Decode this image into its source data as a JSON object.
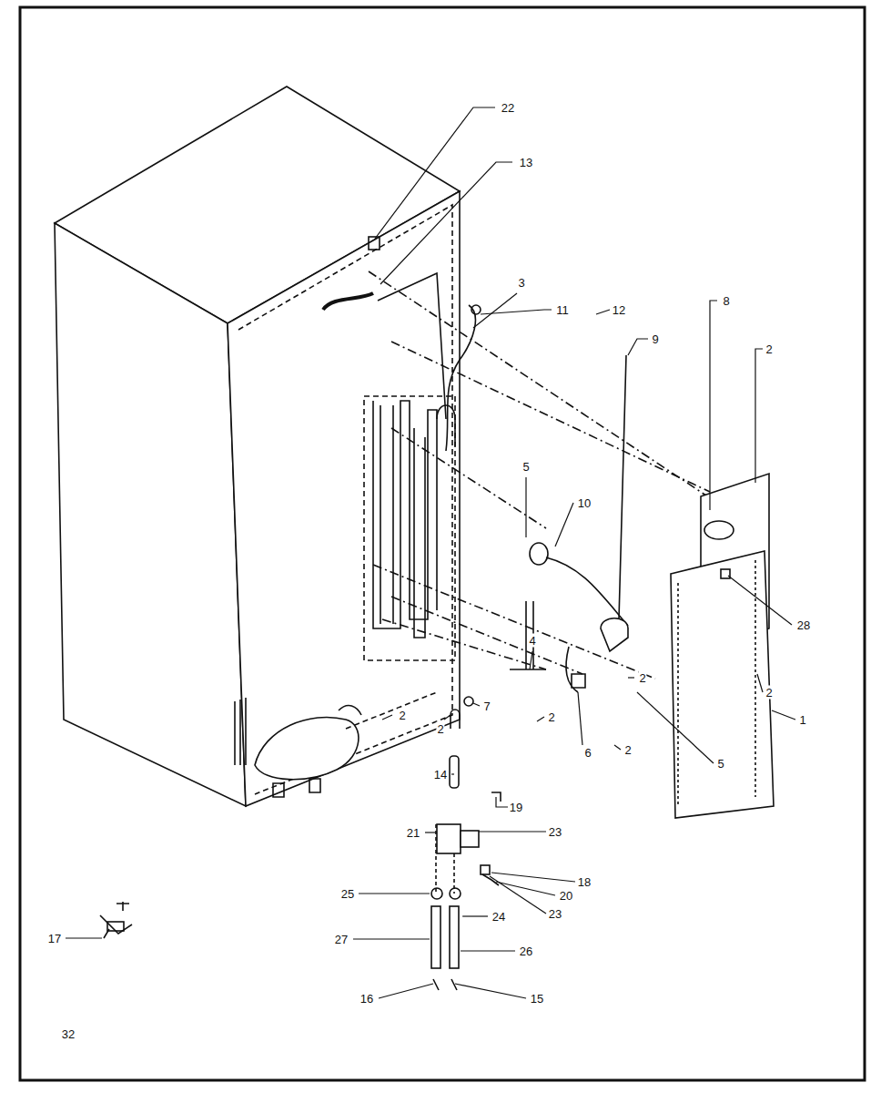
{
  "diagram": {
    "labels": [
      "22",
      "13",
      "3",
      "11",
      "12",
      "9",
      "8",
      "2",
      "5",
      "10",
      "28",
      "2",
      "4",
      "2",
      "2",
      "2",
      "7",
      "2",
      "14",
      "6",
      "2",
      "5",
      "1",
      "19",
      "21",
      "23",
      "18",
      "20",
      "23",
      "25",
      "24",
      "17",
      "27",
      "26",
      "16",
      "15",
      "32"
    ]
  }
}
